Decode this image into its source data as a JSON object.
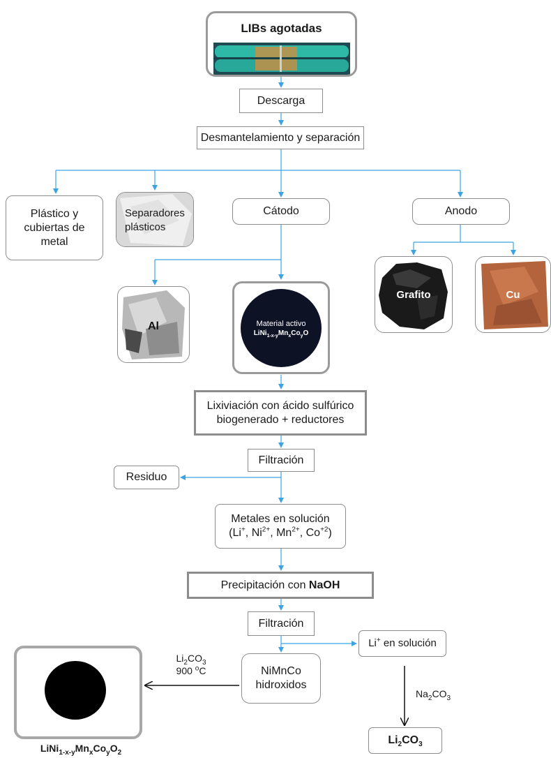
{
  "colors": {
    "arrow": "#3ca3e3",
    "border": "#8c8c8c",
    "black_arrow": "#111111"
  },
  "top": {
    "title": "LIBs agotadas"
  },
  "steps": {
    "discharge": "Descarga",
    "dismantling": "Desmantelamiento y separación",
    "plastic": "Plástico y cubiertas de metal",
    "separators": "Separadores plásticos",
    "cathode": "Cátodo",
    "anode": "Anodo",
    "graphite": "Grafito",
    "copper": "Cu",
    "aluminum": "Al",
    "active_label": "Material activo",
    "leaching_line1": "Lixiviación con ácido sulfúrico",
    "leaching_line2": "biogenerado +  reductores",
    "filtration1": "Filtración",
    "residue": "Residuo",
    "metals_line1": "Metales en solución",
    "precip_prefix": "Precipitación con ",
    "precip_reagent": "NaOH",
    "filtration2": "Filtración",
    "hydroxides_line1": "NiMnCo",
    "hydroxides_line2": "hidroxidos",
    "li_solution_suffix": " en solución",
    "temperature_prefix": "900 ",
    "temperature_unit": "C"
  }
}
